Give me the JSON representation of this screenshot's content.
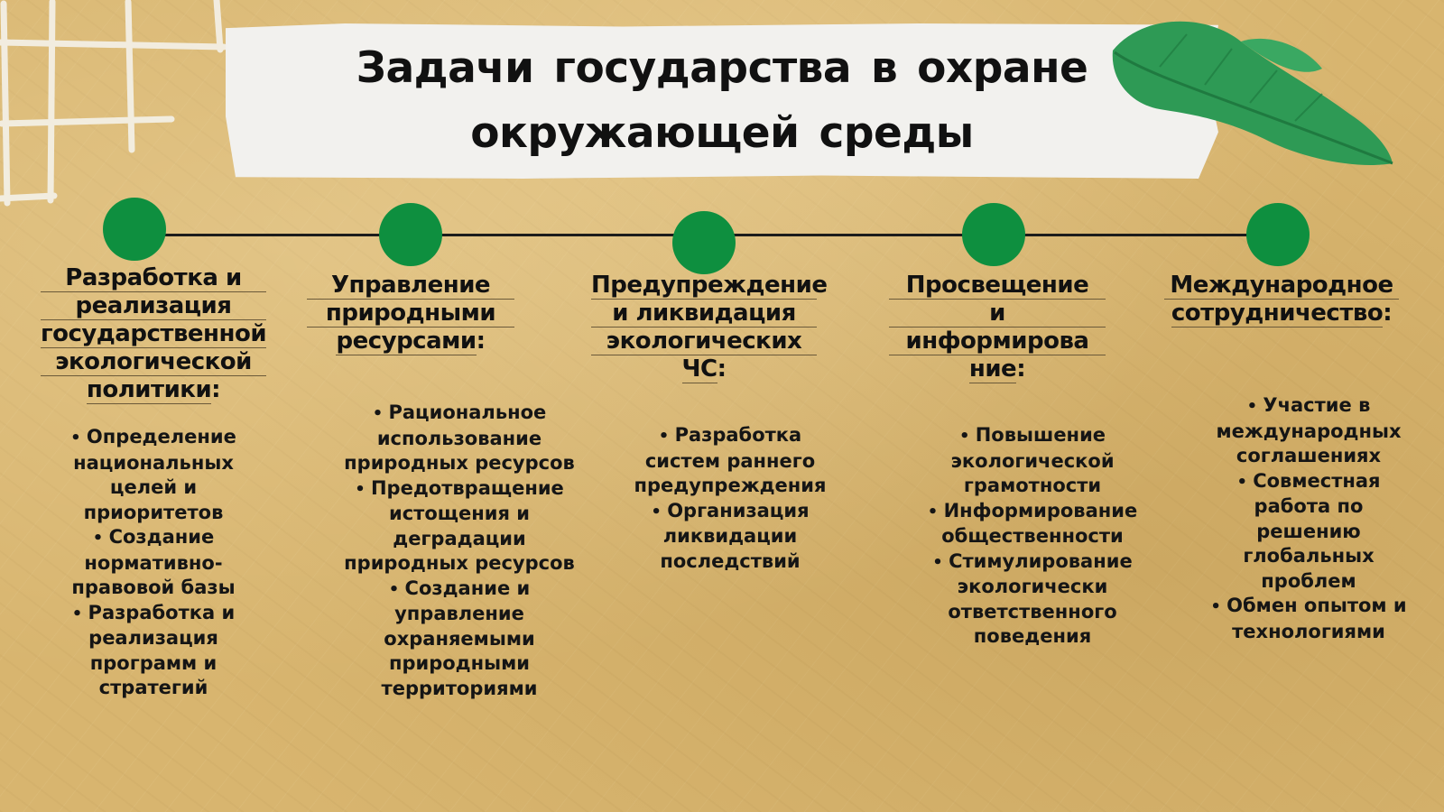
{
  "title": {
    "line1": "Задачи государства в охране",
    "line2": "окружающей среды"
  },
  "colors": {
    "dot": "#0e8f3f",
    "background": "#d8b56f",
    "band": "#f2f1ee"
  },
  "icons": [
    "grid-decoration",
    "leaf-icon"
  ],
  "columns": [
    {
      "heading_lines": [
        "Разработка и",
        "реализация",
        "государственной",
        "экологической",
        "политики"
      ],
      "bullets": [
        "Определение национальных целей и приоритетов",
        "Создание нормативно-правовой базы",
        "Разработка и реализация программ и стратегий"
      ]
    },
    {
      "heading_lines": [
        "Управление",
        "природными",
        "ресурсами"
      ],
      "bullets": [
        "Рациональное использование природных ресурсов",
        "Предотвращение истощения и деградации природных ресурсов",
        "Создание и управление охраняемыми природными территориями"
      ]
    },
    {
      "heading_lines": [
        "Предупреждение",
        "и ликвидация",
        "экологических",
        "ЧС"
      ],
      "bullets": [
        "Разработка систем раннего предупреждения",
        "Организация ликвидации последствий"
      ]
    },
    {
      "heading_lines": [
        "Просвещение",
        "и",
        "информирова",
        "ние"
      ],
      "bullets": [
        "Повышение экологической грамотности",
        "Информирование общественности",
        "Стимулирование экологически ответственного поведения"
      ]
    },
    {
      "heading_lines": [
        "Международное",
        "сотрудничество"
      ],
      "bullets": [
        "Участие в международных соглашениях",
        "Совместная работа по решению глобальных проблем",
        "Обмен опытом и технологиями"
      ]
    }
  ]
}
